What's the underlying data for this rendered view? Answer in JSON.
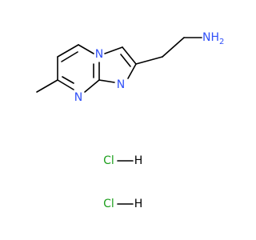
{
  "molecule": {
    "atoms": {
      "n_bridgehead": "N",
      "n_ring_upper": "N",
      "n_ring_lower": "N",
      "amine": "NH",
      "amine_h2": "2"
    },
    "salt": {
      "hcl_1_cl": "Cl",
      "hcl_1_h": "H",
      "hcl_2_cl": "Cl",
      "hcl_2_h": "H"
    }
  },
  "colors": {
    "nitrogen": "#3050F8",
    "chlorine": "#1FA01F",
    "hydrogen_on_hcl": "#000000",
    "bond": "#000000"
  }
}
